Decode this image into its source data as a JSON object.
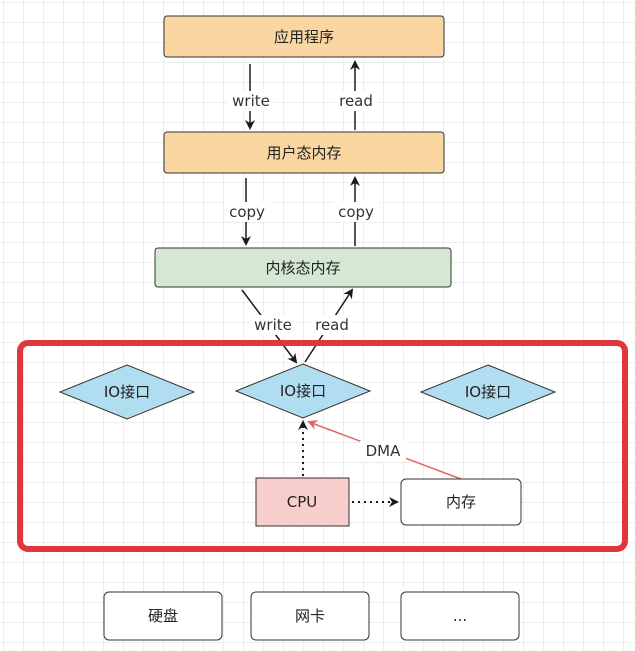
{
  "colors": {
    "app_box_fill": "#fad7a1",
    "app_box_stroke": "#333333",
    "kernel_box_fill": "#d5e8d4",
    "diamond_fill": "#b1ddf0",
    "cpu_fill": "#f8cecc",
    "memory_fill": "#ffffff",
    "device_fill": "#ffffff",
    "frame_stroke": "#e0373b",
    "dma_arrow": "#e06666",
    "arrow": "#1a1a1a"
  },
  "nodes": {
    "app": "应用程序",
    "user_memory": "用户态内存",
    "kernel_memory": "内核态内存",
    "io_left": "IO接口",
    "io_center": "IO接口",
    "io_right": "IO接口",
    "cpu": "CPU",
    "memory": "内存",
    "disk": "硬盘",
    "nic": "网卡",
    "more": "..."
  },
  "edges": {
    "app_to_user": "write",
    "user_to_app": "read",
    "user_to_kernel": "copy",
    "kernel_to_user": "copy",
    "kernel_to_io": "write",
    "io_to_kernel": "read",
    "memory_to_io": "DMA"
  }
}
